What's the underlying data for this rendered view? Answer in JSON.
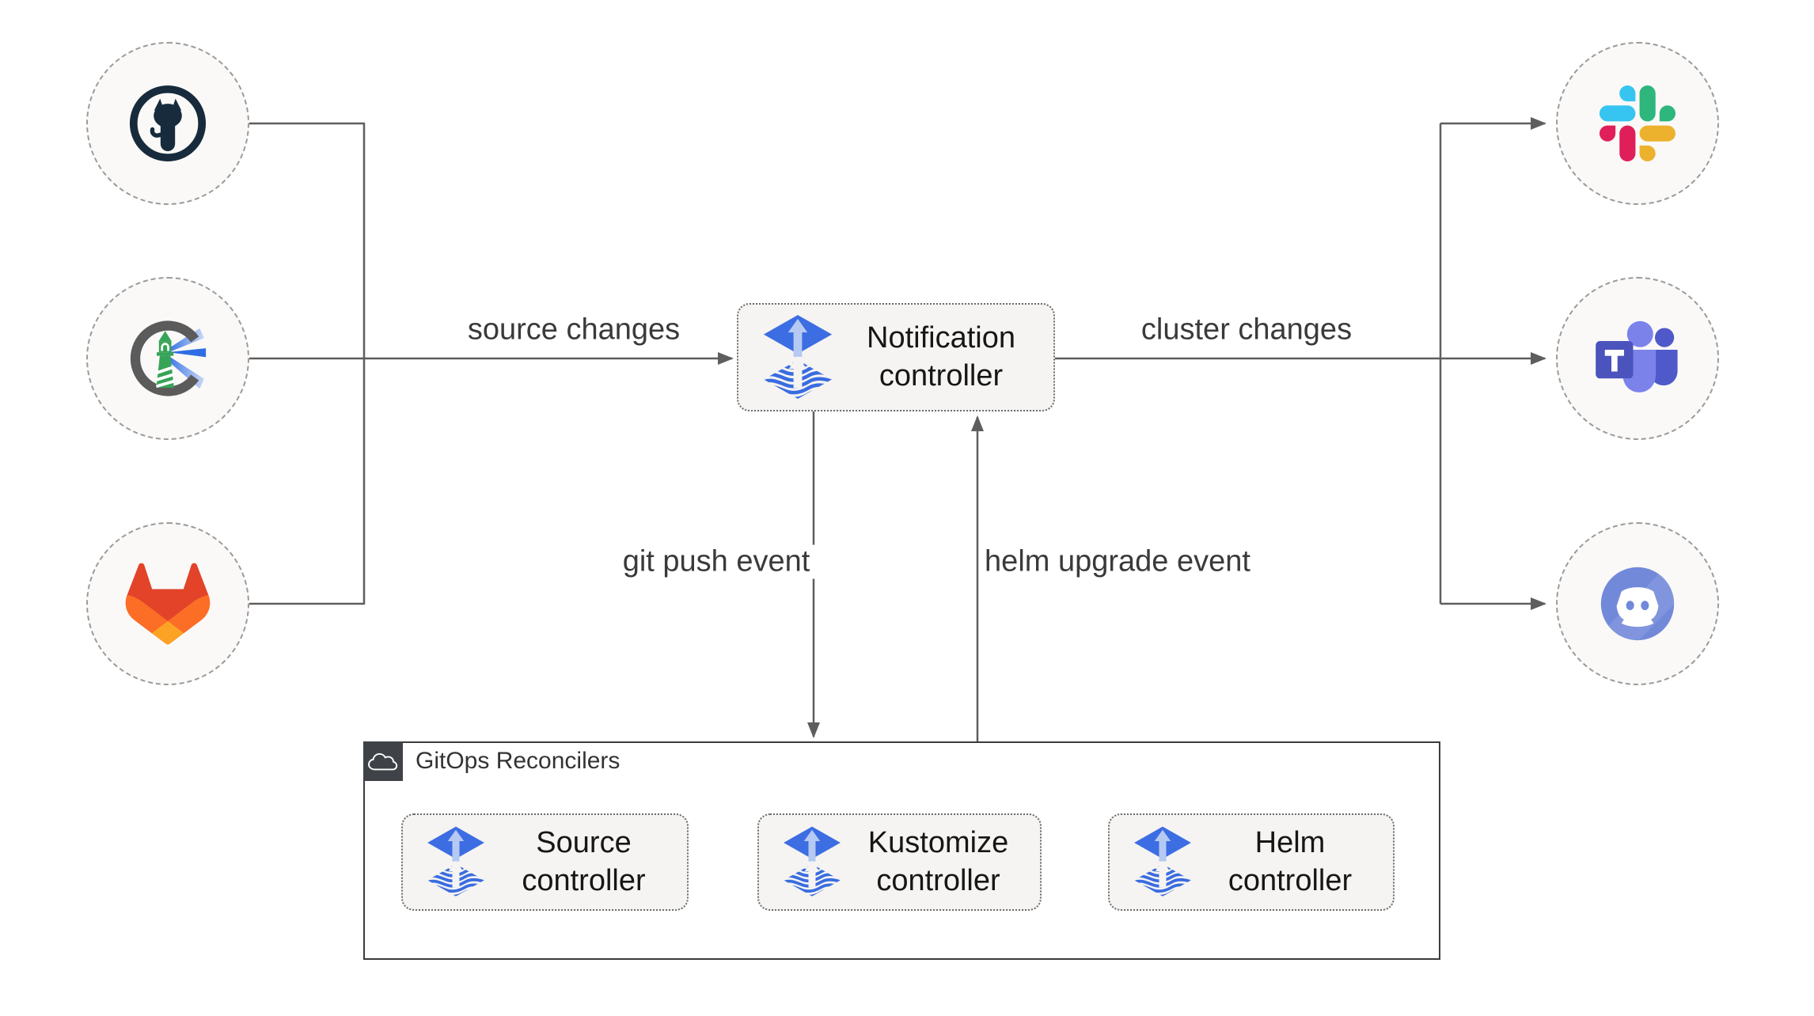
{
  "diagram": {
    "type": "flux-notification-architecture",
    "notification_box": {
      "label": "Notification controller",
      "icon": "flux-icon"
    },
    "edge_labels": {
      "source_changes": "source changes",
      "cluster_changes": "cluster changes",
      "git_push_event": "git push event",
      "helm_upgrade_event": "helm upgrade event"
    },
    "sources": [
      {
        "icon": "github-icon"
      },
      {
        "icon": "harbor-icon"
      },
      {
        "icon": "gitlab-icon"
      }
    ],
    "alert_targets": [
      {
        "icon": "slack-icon"
      },
      {
        "icon": "ms-teams-icon"
      },
      {
        "icon": "discord-icon"
      }
    ],
    "reconcilers_group": {
      "title": "GitOps Reconcilers",
      "icon": "cloud-icon",
      "controllers": [
        {
          "label": "Source controller",
          "icon": "flux-icon"
        },
        {
          "label": "Kustomize controller",
          "icon": "flux-icon"
        },
        {
          "label": "Helm controller",
          "icon": "flux-icon"
        }
      ]
    },
    "colors": {
      "connector": "#5E5E5E",
      "box_fill": "#F5F4F2",
      "box_border": "#666666",
      "node_fill": "#FAF9F7",
      "node_border": "#9B9B9B",
      "group_border": "#3B3B3B",
      "group_header_bg": "#3F4347",
      "flux_blue": "#3D6DE2",
      "flux_light_blue": "#B5C9F2",
      "slack_colors": [
        "#36C5F0",
        "#2EB67D",
        "#ECB22E",
        "#E01E5A"
      ],
      "teams_purple": "#4B53BC",
      "discord_blurple": "#7289DA",
      "gitlab_orange": "#FC6D26",
      "github_dark": "#172B3C"
    }
  }
}
